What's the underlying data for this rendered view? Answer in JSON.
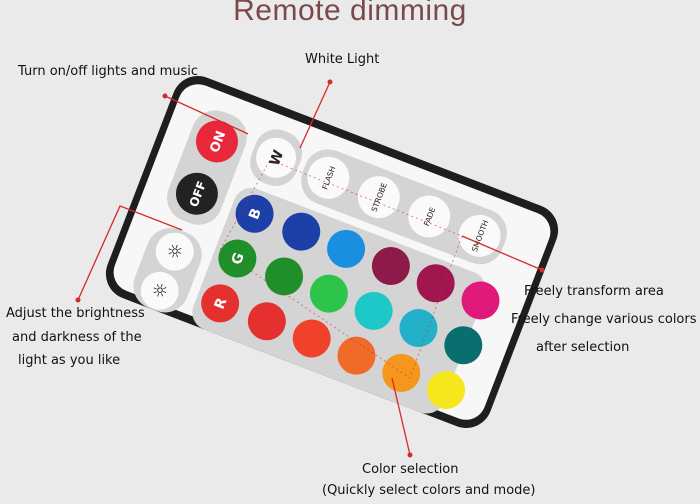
{
  "title": "Remote dimming",
  "labels": {
    "power": "Turn on/off lights and music",
    "white": "White Light",
    "brightness": [
      "Adjust the brightness",
      "and darkness of the",
      "light as you like"
    ],
    "transform": [
      "Freely transform area",
      "Freely change various colors",
      "after selection"
    ],
    "color": [
      "Color selection",
      "(Quickly select colors and mode)"
    ]
  },
  "remote": {
    "on": "ON",
    "off": "OFF",
    "white": "W",
    "modes": [
      "FLASH",
      "STROBE",
      "FADE",
      "SMOOTH"
    ],
    "rows": [
      {
        "label": "B",
        "colors": [
          "#1d3fa8",
          "#1a8fe0",
          "#8e1a4a",
          "#a0174f",
          "#e0197a"
        ]
      },
      {
        "label": "G",
        "colors": [
          "#1f8f2a",
          "#2ec44a",
          "#1cc8c8",
          "#23b1c9",
          "#0a6e6e"
        ]
      },
      {
        "label": "R",
        "colors": [
          "#e53030",
          "#f0422b",
          "#f06a2a",
          "#f5961e",
          "#f5e61e"
        ]
      }
    ]
  },
  "colors": {
    "callout": "#d42a2a",
    "on": "#e8283a",
    "off": "#222222",
    "body": "#f7f7f7",
    "frame": "#222222"
  }
}
